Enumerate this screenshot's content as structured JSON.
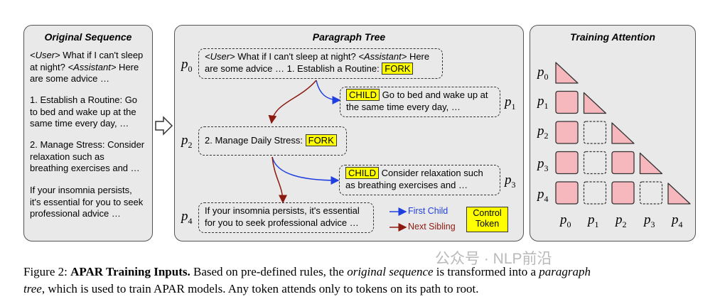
{
  "panels": {
    "original_title": "Original Sequence",
    "tree_title": "Paragraph Tree",
    "attention_title": "Training Attention"
  },
  "original_sequence": {
    "line1_user": "<User>",
    "line1_rest": " What if I can't sleep",
    "line2_a": "at night? ",
    "line2_assistant": "<Assistant>",
    "line2_b": " Here",
    "line3": "are some advice …",
    "para2_lines": [
      "1. Establish a Routine: Go",
      "to bed and wake up at the",
      "same time every day, …"
    ],
    "para3_lines": [
      "2. Manage Stress: Consider",
      "relaxation such as",
      "breathing exercises and …"
    ],
    "para4_lines": [
      "If your insomnia persists,",
      "it's essential for you to seek",
      "professional advice …"
    ]
  },
  "tree": {
    "p0_line1_user": "<User>",
    "p0_line1_mid": " What if I can't sleep at night? ",
    "p0_line1_assistant": "<Assistant>",
    "p0_line1_end": " Here",
    "p0_line2": "are some advice … 1. Establish a Routine: ",
    "p0_token": "FORK",
    "p1_token": "CHILD",
    "p1_line1": " Go to bed and wake up at",
    "p1_line2": "the same time every day, …",
    "p2_text": "2. Manage Daily Stress: ",
    "p2_token": "FORK",
    "p3_token": "CHILD",
    "p3_line1": " Consider relaxation such",
    "p3_line2": "as breathing exercises and …",
    "p4_line1": "If your insomnia persists, it's essential",
    "p4_line2": "for you to seek professional advice …"
  },
  "labels": {
    "p": "p",
    "sub0": "0",
    "sub1": "1",
    "sub2": "2",
    "sub3": "3",
    "sub4": "4"
  },
  "legend": {
    "first_child": "First Child",
    "next_sibling": "Next Sibling",
    "control_line1": "Control",
    "control_line2": "Token"
  },
  "colors": {
    "first_child": "#1f3fe0",
    "next_sibling": "#8b1a10",
    "token": "#ffff00",
    "attention": "#f6b8bd"
  },
  "attention_matrix": [
    [
      1,
      0,
      0,
      0,
      0
    ],
    [
      1,
      1,
      0,
      0,
      0
    ],
    [
      1,
      0,
      1,
      0,
      0
    ],
    [
      1,
      0,
      1,
      1,
      0
    ],
    [
      1,
      0,
      1,
      0,
      1
    ]
  ],
  "caption": {
    "prefix": "Figure 2: ",
    "bold": "APAR Training Inputs.",
    "t1": " Based on pre-defined rules, the ",
    "i1": "original sequence",
    "t2": " is transformed into a ",
    "i2": "paragraph",
    "i3": "tree",
    "t3": ", which is used to train APAR models. Any token attends only to tokens on its path to root."
  },
  "watermark": "公众号 · NLP前沿"
}
